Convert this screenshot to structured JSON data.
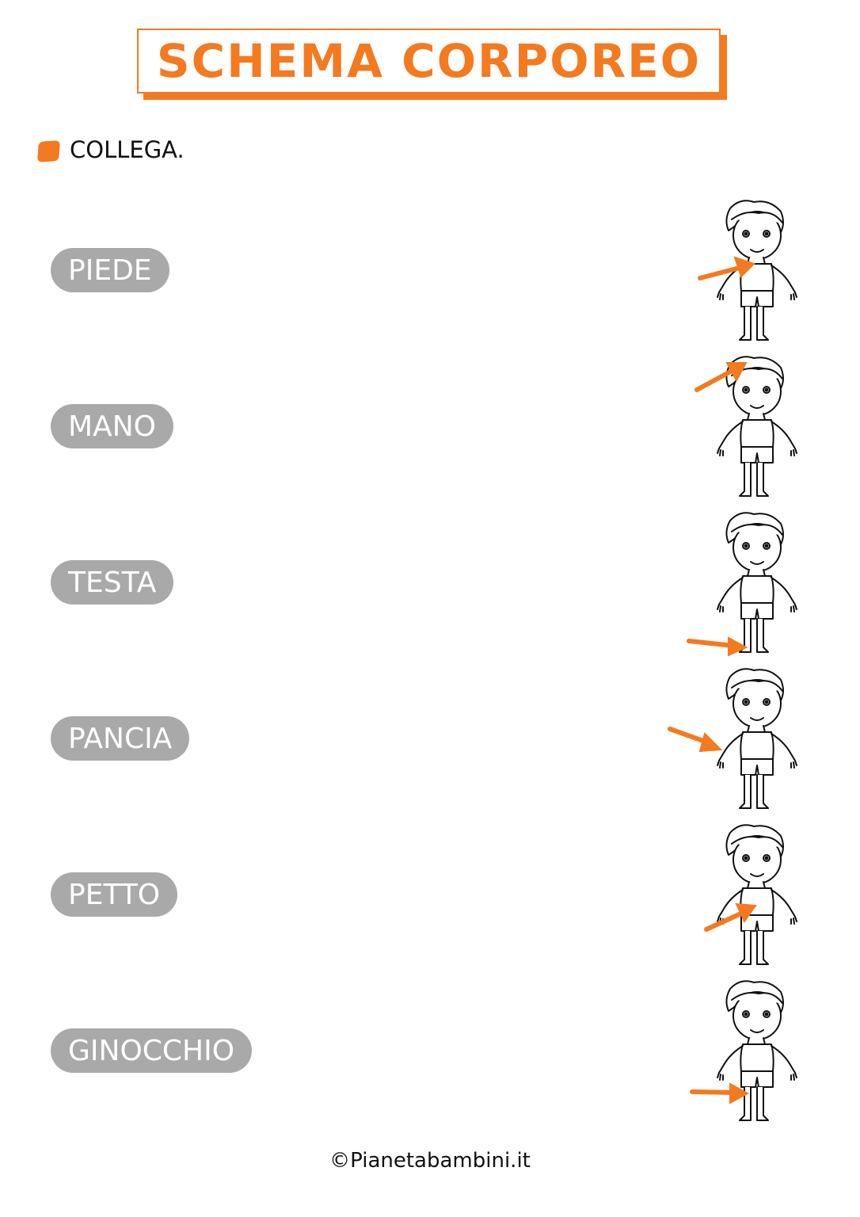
{
  "title": "SCHEMA CORPOREO",
  "instruction": "COLLEGA.",
  "words": [
    "PIEDE",
    "MANO",
    "TESTA",
    "PANCIA",
    "PETTO",
    "GINOCCHIO"
  ],
  "figures": [
    {
      "points_to": "chest"
    },
    {
      "points_to": "head"
    },
    {
      "points_to": "foot"
    },
    {
      "points_to": "hand"
    },
    {
      "points_to": "belly"
    },
    {
      "points_to": "knee"
    }
  ],
  "footer": "©Pianetabambini.it",
  "colors": {
    "accent": "#f47a20",
    "pill": "#a9a9a9"
  }
}
